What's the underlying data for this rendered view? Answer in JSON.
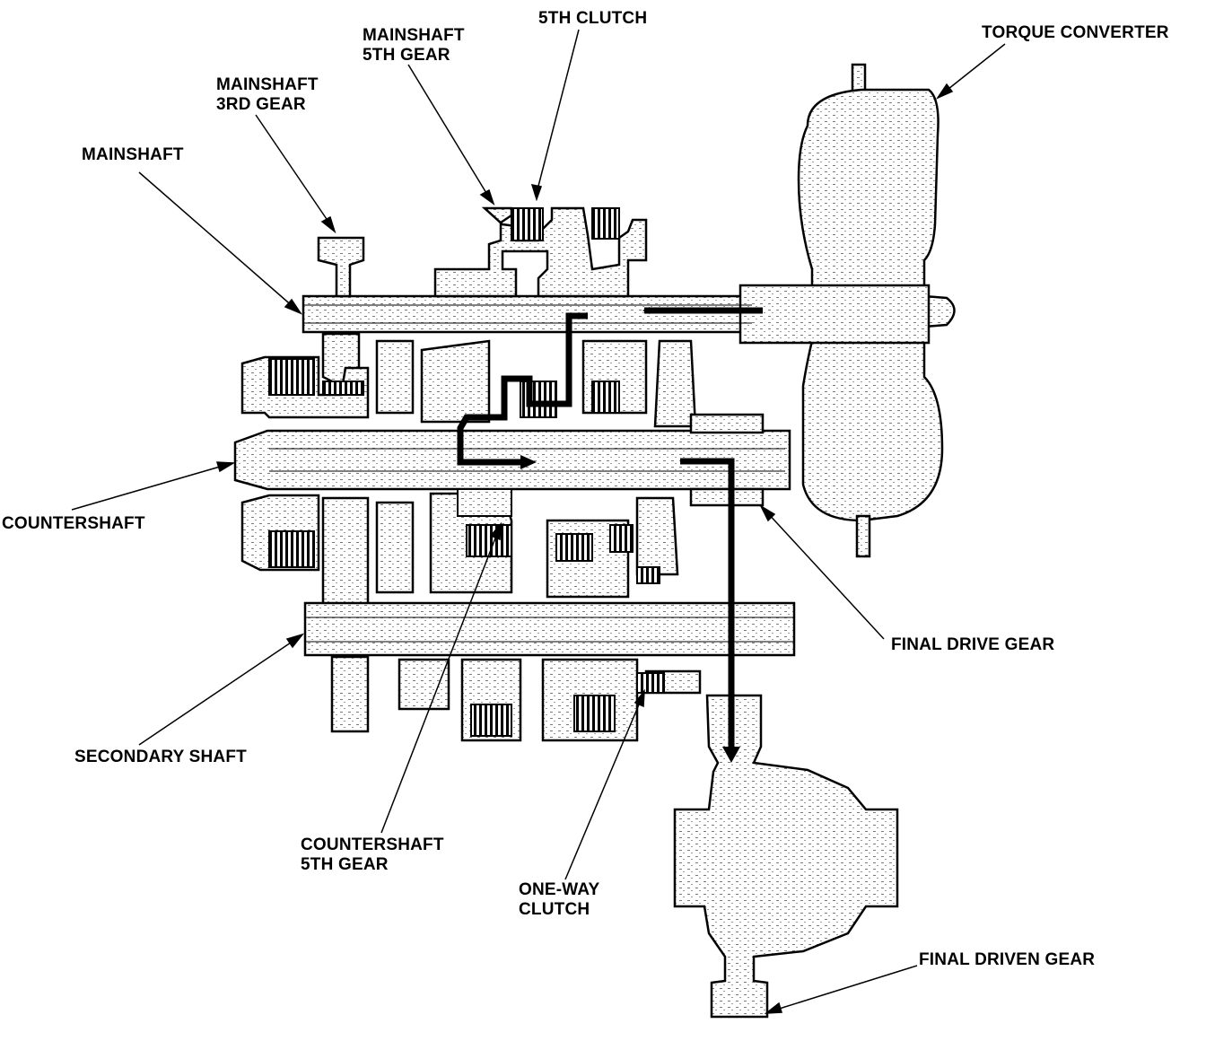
{
  "labels": {
    "mainshaft_5th_gear": [
      "MAINSHAFT",
      "5TH GEAR"
    ],
    "fifth_clutch": "5TH CLUTCH",
    "torque_converter": "TORQUE CONVERTER",
    "mainshaft_3rd_gear": [
      "MAINSHAFT",
      "3RD GEAR"
    ],
    "mainshaft": "MAINSHAFT",
    "countershaft": "COUNTERSHAFT",
    "final_drive_gear": "FINAL DRIVE GEAR",
    "secondary_shaft": "SECONDARY SHAFT",
    "countershaft_5th_gear": [
      "COUNTERSHAFT",
      "5TH GEAR"
    ],
    "one_way_clutch": [
      "ONE-WAY",
      "CLUTCH"
    ],
    "final_driven_gear": "FINAL DRIVEN GEAR"
  },
  "colors": {
    "ink": "#000000",
    "part_fill": "#e6e6e6",
    "background": "#ffffff"
  }
}
